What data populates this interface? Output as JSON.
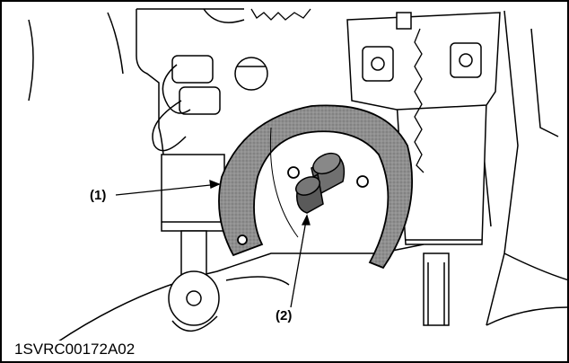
{
  "callouts": [
    {
      "label": "(1)"
    },
    {
      "label": "(2)"
    }
  ],
  "figure_code": "1SVRC00172A02"
}
